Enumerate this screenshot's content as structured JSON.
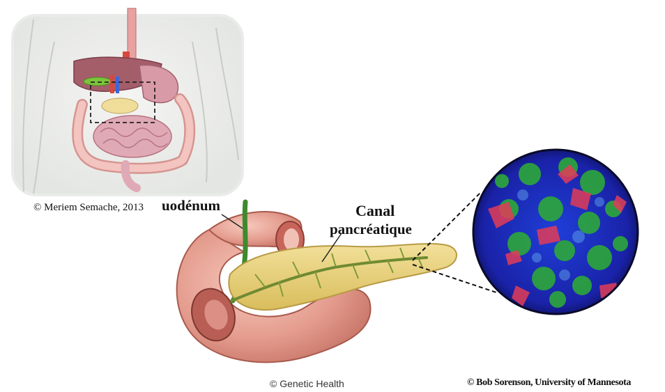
{
  "credits": {
    "semache": "© Meriem Semache, 2013",
    "genetic": "© Genetic Health",
    "sorenson": "© Bob Sorenson, University of Mannesota"
  },
  "labels": {
    "duodenum": "uodénum",
    "canal_line1": "Canal",
    "canal_line2": "pancréatique"
  },
  "colors": {
    "pancreas": "#e6cf72",
    "duct": "#6f8a32",
    "intestine": "#e0a294",
    "liver": "#a45e6a",
    "islet_green": "#2ea83a",
    "islet_red": "#e23d58",
    "islet_blue": "#2233c4"
  }
}
